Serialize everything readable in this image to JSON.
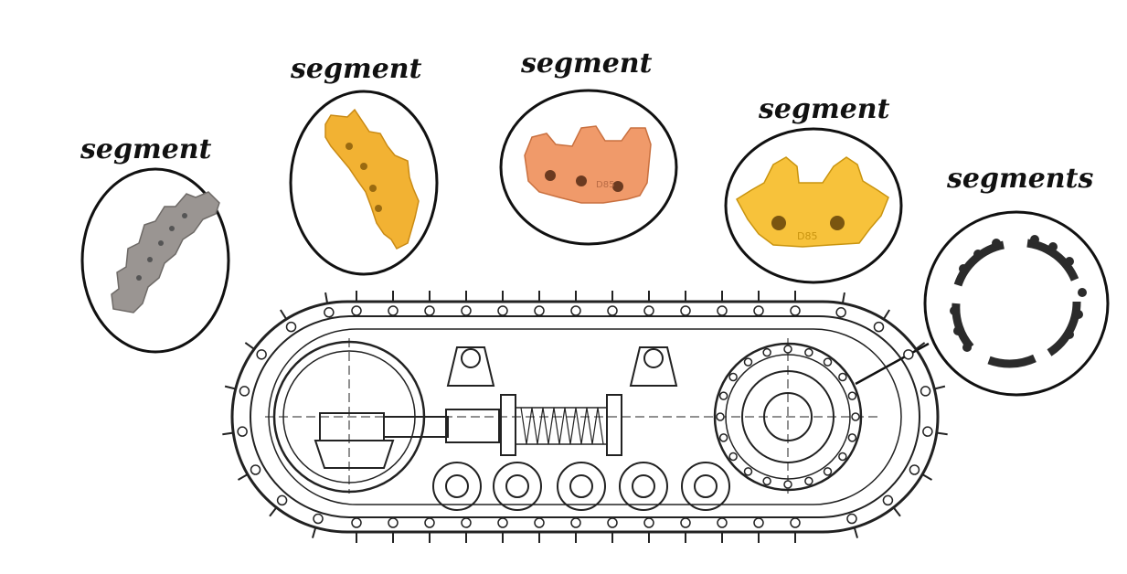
{
  "labels": [
    "segment",
    "segment",
    "segment",
    "segment",
    "segments"
  ],
  "part_stamp": "D85",
  "colors": {
    "grey_segment": "#9a9592",
    "yellow_segment": "#f2b233",
    "orange_segment": "#f09a6a",
    "yellow_segment_2": "#f7c23b",
    "black_segment": "#2b2b2b",
    "line": "#222222"
  }
}
